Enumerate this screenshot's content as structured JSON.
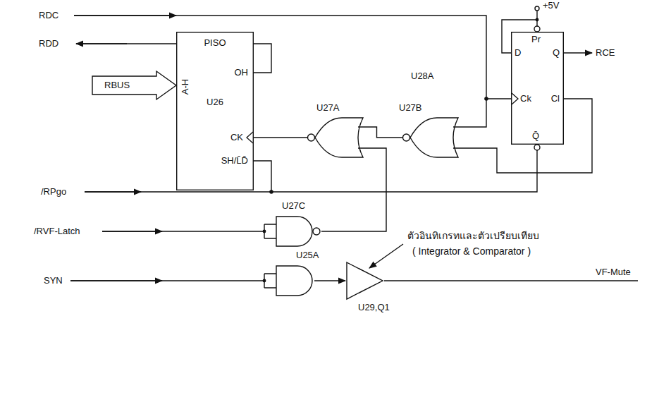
{
  "diagram": {
    "nodes": [
      {
        "text": [
          "PISO",
          "A-H",
          "U26",
          "OH",
          "CK",
          "SH/L̄D̄"
        ]
      },
      {
        "text": [
          "RBUS"
        ]
      },
      {
        "text": [
          "U27A"
        ]
      },
      {
        "text": [
          "U27B"
        ]
      },
      {
        "text": [
          "U28A",
          "D",
          "Pr",
          "Q",
          "Ck",
          "Cl",
          "Q̄"
        ]
      },
      {
        "text": [
          "U27C"
        ]
      },
      {
        "text": [
          "U25A"
        ]
      },
      {
        "text": [
          "U29,Q1"
        ]
      }
    ],
    "edges": [
      {
        "from": 2,
        "to": 0,
        "arrow": "none"
      },
      {
        "from": 3,
        "to": 2,
        "arrow": "none"
      },
      {
        "from": 4,
        "to": 3,
        "arrow": "none"
      },
      {
        "from": 5,
        "to": 2,
        "arrow": "none"
      },
      {
        "from": 6,
        "to": 7,
        "arrow": "to"
      }
    ],
    "labels": [
      "RDC",
      "RDD",
      "/RPgo",
      "/RVF-Latch",
      "SYN",
      "RCE",
      "+5V",
      "VF-Mute",
      "ตัวอินทิเกรทและตัวเปรียบเทียบ",
      "( Integrator & Comparator )"
    ]
  }
}
